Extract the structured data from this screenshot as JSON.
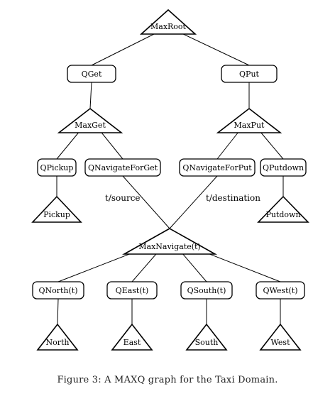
{
  "nodes": [
    {
      "id": "maxroot",
      "label": "MaxRoot",
      "kind": "max"
    },
    {
      "id": "qget",
      "label": "QGet",
      "kind": "q"
    },
    {
      "id": "qput",
      "label": "QPut",
      "kind": "q"
    },
    {
      "id": "maxget",
      "label": "MaxGet",
      "kind": "max"
    },
    {
      "id": "maxput",
      "label": "MaxPut",
      "kind": "max"
    },
    {
      "id": "qpickup",
      "label": "QPickup",
      "kind": "q"
    },
    {
      "id": "qnavget",
      "label": "QNavigateForGet",
      "kind": "q"
    },
    {
      "id": "qnavput",
      "label": "QNavigateForPut",
      "kind": "q"
    },
    {
      "id": "qputdown",
      "label": "QPutdown",
      "kind": "q"
    },
    {
      "id": "pickup",
      "label": "Pickup",
      "kind": "max"
    },
    {
      "id": "putdown",
      "label": "Putdown",
      "kind": "max"
    },
    {
      "id": "maxnav",
      "label": "MaxNavigate(t)",
      "kind": "max"
    },
    {
      "id": "qnorth",
      "label": "QNorth(t)",
      "kind": "q"
    },
    {
      "id": "qeast",
      "label": "QEast(t)",
      "kind": "q"
    },
    {
      "id": "qsouth",
      "label": "QSouth(t)",
      "kind": "q"
    },
    {
      "id": "qwest",
      "label": "QWest(t)",
      "kind": "q"
    },
    {
      "id": "north",
      "label": "North",
      "kind": "max"
    },
    {
      "id": "east",
      "label": "East",
      "kind": "max"
    },
    {
      "id": "south",
      "label": "South",
      "kind": "max"
    },
    {
      "id": "west",
      "label": "West",
      "kind": "max"
    }
  ],
  "edges": [
    {
      "from": "maxroot",
      "to": "qget"
    },
    {
      "from": "maxroot",
      "to": "qput"
    },
    {
      "from": "qget",
      "to": "maxget"
    },
    {
      "from": "qput",
      "to": "maxput"
    },
    {
      "from": "maxget",
      "to": "qpickup"
    },
    {
      "from": "maxget",
      "to": "qnavget"
    },
    {
      "from": "maxput",
      "to": "qnavput"
    },
    {
      "from": "maxput",
      "to": "qputdown"
    },
    {
      "from": "qpickup",
      "to": "pickup"
    },
    {
      "from": "qputdown",
      "to": "putdown"
    },
    {
      "from": "qnavget",
      "to": "maxnav",
      "label": "t/source"
    },
    {
      "from": "qnavput",
      "to": "maxnav",
      "label": "t/destination"
    },
    {
      "from": "maxnav",
      "to": "qnorth"
    },
    {
      "from": "maxnav",
      "to": "qeast"
    },
    {
      "from": "maxnav",
      "to": "qsouth"
    },
    {
      "from": "maxnav",
      "to": "qwest"
    },
    {
      "from": "qnorth",
      "to": "north"
    },
    {
      "from": "qeast",
      "to": "east"
    },
    {
      "from": "qsouth",
      "to": "south"
    },
    {
      "from": "qwest",
      "to": "west"
    }
  ],
  "caption": "Figure 3: A MAXQ graph for the Taxi Domain."
}
